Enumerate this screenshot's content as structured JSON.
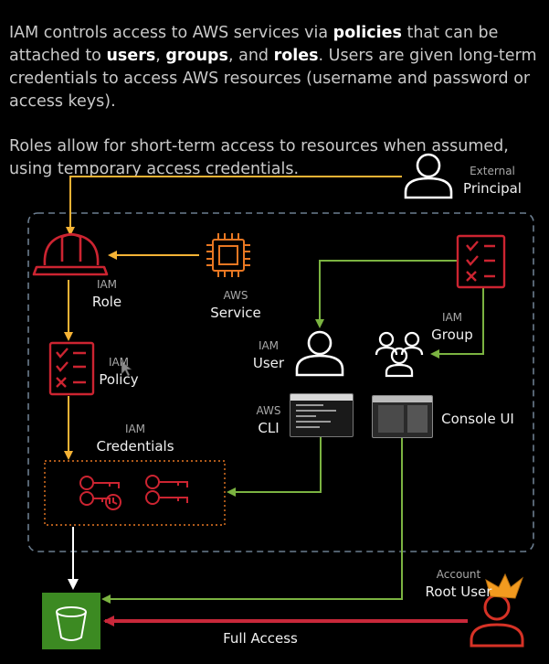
{
  "intro": {
    "p1": [
      {
        "t": "IAM controls access to AWS services via ",
        "b": false
      },
      {
        "t": "policies",
        "b": true
      },
      {
        "t": " that can be attached to ",
        "b": false
      },
      {
        "t": "users",
        "b": true
      },
      {
        "t": ", ",
        "b": false
      },
      {
        "t": "groups",
        "b": true
      },
      {
        "t": ", and ",
        "b": false
      },
      {
        "t": "roles",
        "b": true
      },
      {
        "t": ". Users are given long-term credentials to access AWS resources (username and password or access keys).",
        "b": false
      }
    ],
    "p2": "Roles allow for short-term access to resources when assumed, using temporary access credentials."
  },
  "labels": {
    "external_principal": {
      "sub": "External",
      "main": "Principal"
    },
    "iam_role": {
      "sub": "IAM",
      "main": "Role"
    },
    "aws_service": {
      "sub": "AWS",
      "main": "Service"
    },
    "iam_group": {
      "sub": "IAM",
      "main": "Group"
    },
    "iam_user": {
      "sub": "IAM",
      "main": "User"
    },
    "iam_policy": {
      "sub": "IAM",
      "main": "Policy"
    },
    "aws_cli": {
      "sub": "AWS",
      "main": "CLI"
    },
    "console_ui": {
      "main": "Console UI"
    },
    "iam_credentials": {
      "sub": "IAM",
      "main": "Credentials"
    },
    "account_root_user": {
      "sub": "Account",
      "main": "Root User"
    },
    "full_access": "Full Access"
  },
  "colors": {
    "orange_arrow": "#f5b335",
    "green_arrow": "#7bb341",
    "red_arrow": "#c8283a",
    "white_arrow": "#ffffff",
    "iam_red": "#cc2431",
    "service_orange": "#e87722",
    "s3_green": "#3c8a22",
    "root_red": "#d63226",
    "crown_orange": "#f29a1f",
    "boundary": "#6b7d8f"
  },
  "icons": [
    "person-icon",
    "hard-hat-icon",
    "chip-icon",
    "checklist-icon",
    "group-icon",
    "key-icon",
    "s3-bucket-icon",
    "crown-icon",
    "terminal-icon",
    "console-icon"
  ]
}
